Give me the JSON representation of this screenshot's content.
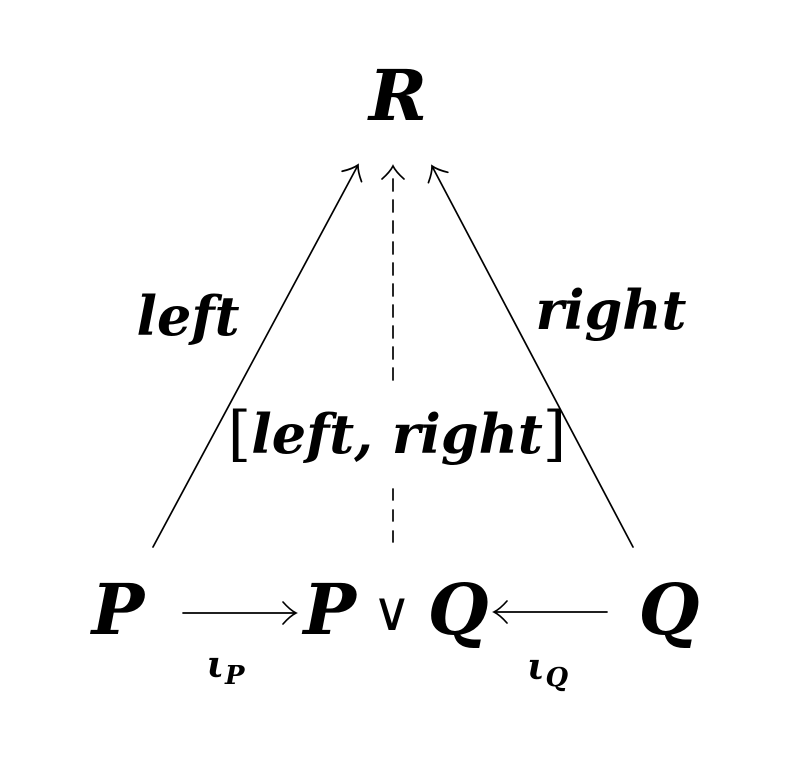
{
  "diagram": {
    "background_color": "#ffffff",
    "ink_color": "#000000",
    "nodes": {
      "r": "R",
      "p": "P",
      "q": "Q",
      "pvq": {
        "left_operand": "P",
        "operator": "∨",
        "right_operand": "Q"
      }
    },
    "edges": {
      "left": {
        "label": "left"
      },
      "right": {
        "label": "right"
      },
      "mediating": {
        "open_bracket": "[",
        "body": "left, right",
        "close_bracket": "]"
      },
      "iota_p": {
        "symbol": "ι",
        "subscript": "P"
      },
      "iota_q": {
        "symbol": "ι",
        "subscript": "Q"
      }
    }
  }
}
